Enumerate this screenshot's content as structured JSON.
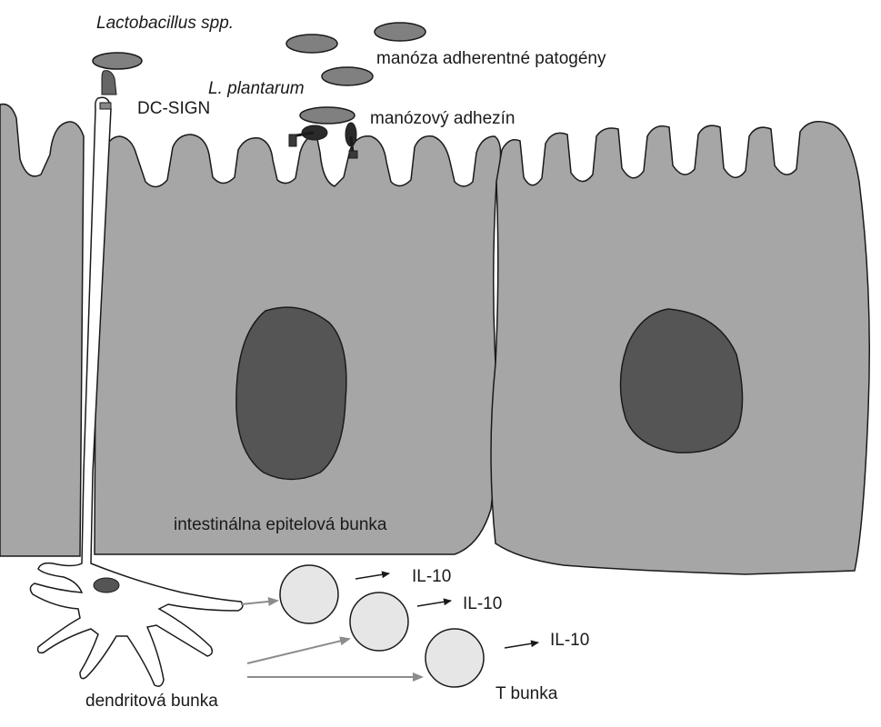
{
  "labels": {
    "lactobacillus": "Lactobacillus spp.",
    "mannose_pathogens": "manóza adherentné patogény",
    "l_plantarum": "L. plantarum",
    "dc_sign": "DC-SIGN",
    "mannose_adhesin": "manózový adhezín",
    "epithelial_cell": "intestinálna epitelová bunka",
    "il10_1": "IL-10",
    "il10_2": "IL-10",
    "il10_3": "IL-10",
    "t_cell": "T bunka",
    "dendritic_cell": "dendritová bunka"
  },
  "colors": {
    "cell_fill": "#a6a6a6",
    "nucleus_fill": "#555555",
    "bacterium_fill": "#808080",
    "t_cell_fill": "#e6e6e6",
    "outline": "#1a1a1a",
    "arrow_gray": "#8c8c8c"
  }
}
